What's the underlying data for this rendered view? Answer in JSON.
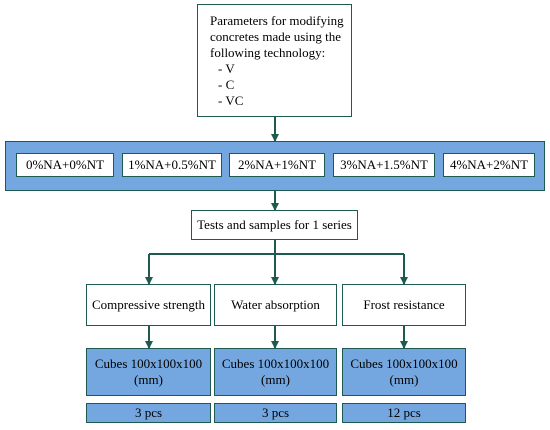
{
  "parameters_box": {
    "heading": "Parameters for modifying concretes made using the following technology:",
    "technologies": [
      "V",
      "C",
      "VC"
    ]
  },
  "mixes": [
    "0%NA+0%NT",
    "1%NA+0.5%NT",
    "2%NA+1%NT",
    "3%NA+1.5%NT",
    "4%NA+2%NT"
  ],
  "tests_box": "Tests and samples for 1 series",
  "tests": [
    {
      "name": "Compressive strength",
      "sample": "Cubes 100x100x100 (mm)",
      "quantity": "3 pcs"
    },
    {
      "name": "Water absorption",
      "sample": "Cubes 100x100x100 (mm)",
      "quantity": "3 pcs"
    },
    {
      "name": "Frost resistance",
      "sample": "Cubes 100x100x100 (mm)",
      "quantity": "12 pcs"
    }
  ],
  "colors": {
    "fill_blue": "#74a7df",
    "border": "#1e5a50",
    "arrow": "#1e5a50"
  }
}
